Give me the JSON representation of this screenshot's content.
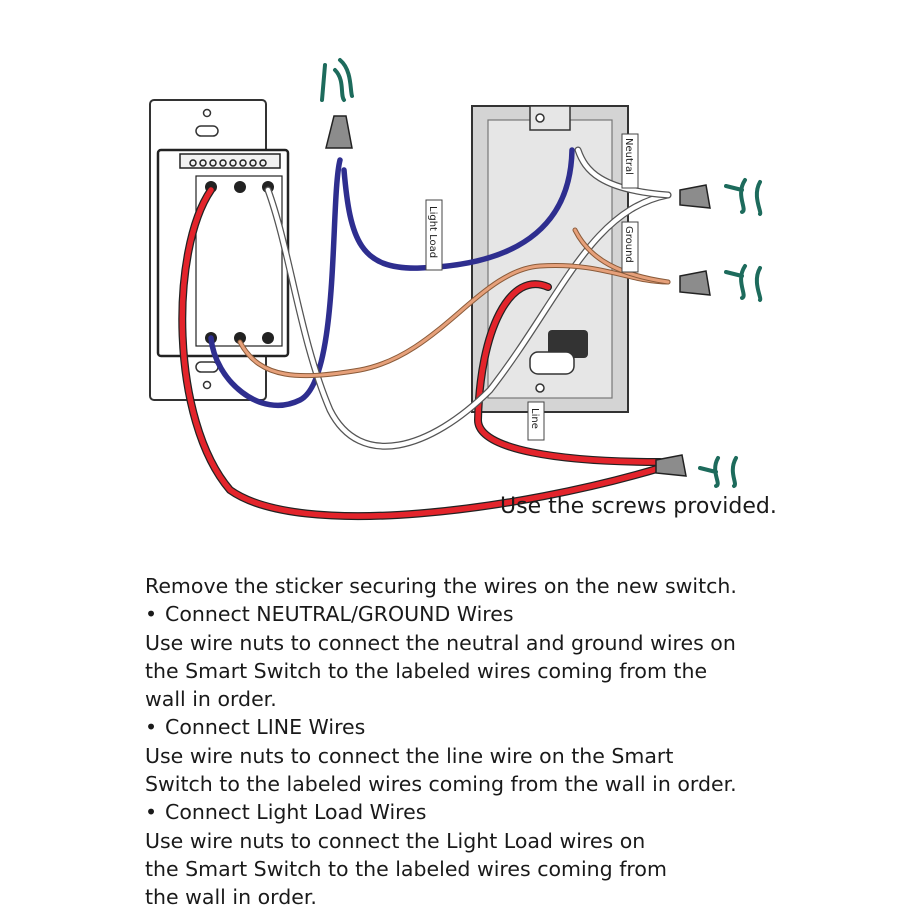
{
  "diagram": {
    "labels": {
      "light_load": "Light Load",
      "neutral": "Neutral",
      "ground": "Ground",
      "line": "Line"
    },
    "caption": "Use the screws provided."
  },
  "instructions": {
    "intro": "Remove the sticker securing the wires on the new switch.",
    "steps": [
      {
        "heading": "Connect NEUTRAL/GROUND Wires",
        "lines": [
          "Use wire nuts to connect the neutral and ground wires on",
          "the  Smart Switch to the labeled wires coming from the",
          "wall in order."
        ]
      },
      {
        "heading": "Connect LINE Wires",
        "lines": [
          "Use wire nuts to connect the line wire on the  Smart",
          "Switch to the labeled wires coming from the wall in order."
        ]
      },
      {
        "heading": "Connect Light Load Wires",
        "lines": [
          "Use wire nuts to connect the Light  Load wires on",
          "the Smart Switch to the labeled wires coming from",
          "the wall in order."
        ]
      }
    ]
  },
  "colors": {
    "red_wire": "#e3242b",
    "blue_wire": "#2e2e8f",
    "copper_wire": "#d9946b",
    "white_wire_outline": "#555555",
    "box_fill": "#d4d4d4",
    "twist_arrow": "#1d6b5c"
  }
}
